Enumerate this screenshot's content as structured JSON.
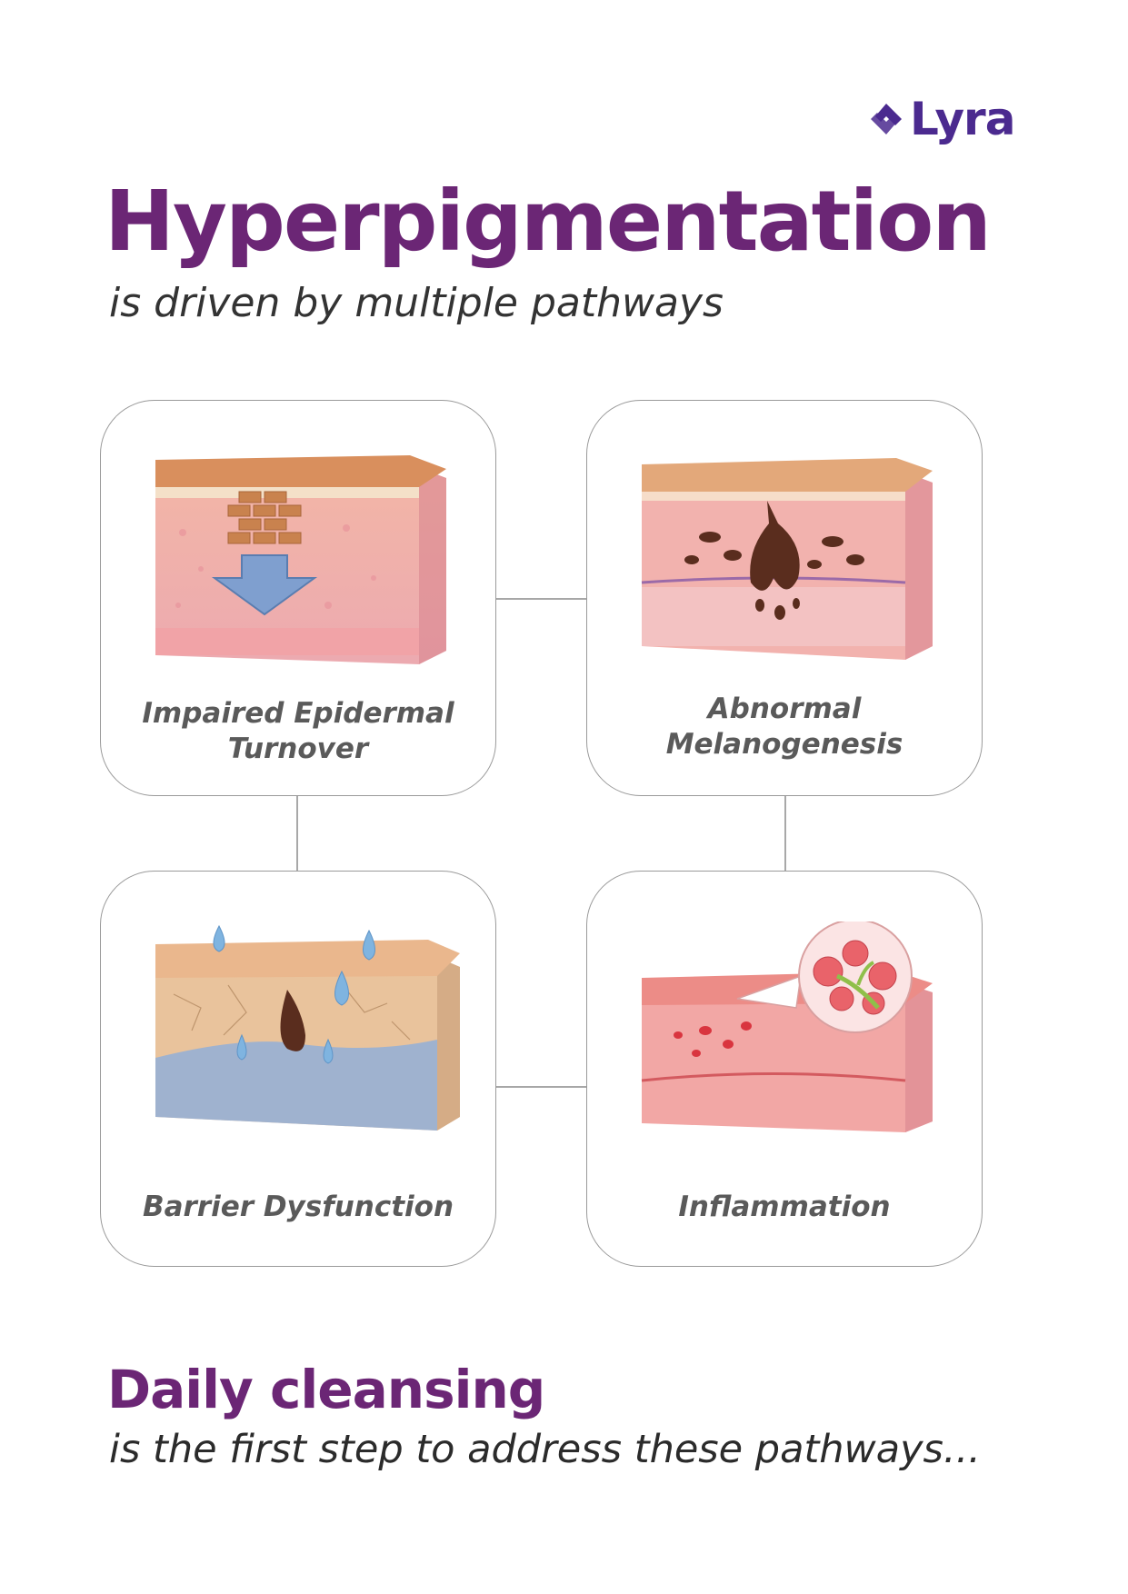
{
  "brand": {
    "name": "Lyra",
    "logo_icon": "lyra-mark-icon",
    "color": "#4b2a8f"
  },
  "header": {
    "title": "Hyperpigmentation",
    "subtitle": "is driven by multiple pathways",
    "title_color": "#6b2675"
  },
  "pathways": [
    {
      "line1": "Impaired Epidermal",
      "line2": "Turnover",
      "icon": "skin-turnover-illustration"
    },
    {
      "line1": "Abnormal",
      "line2": "Melanogenesis",
      "icon": "melanin-cluster-illustration"
    },
    {
      "line1": "Barrier Dysfunction",
      "line2": "",
      "icon": "water-loss-illustration"
    },
    {
      "line1": "Inflammation",
      "line2": "",
      "icon": "inflamed-skin-illustration"
    }
  ],
  "footer": {
    "title": "Daily cleansing",
    "subtitle": "is the first step to address these pathways..."
  }
}
